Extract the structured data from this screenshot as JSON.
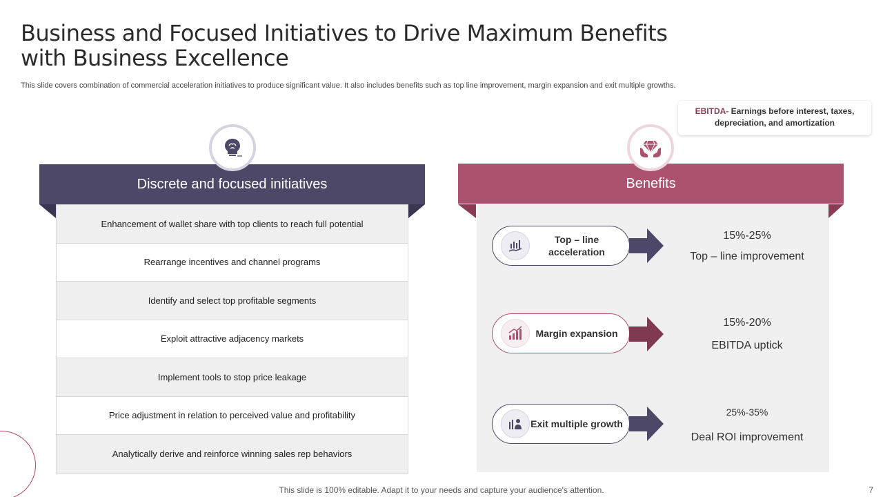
{
  "slide": {
    "title": "Business and Focused Initiatives to Drive Maximum Benefits with Business Excellence",
    "subtitle": "This slide covers combination of commercial acceleration initiatives to produce significant value. It also includes benefits such as top line improvement, margin expansion and exit multiple growths.",
    "footer": "This slide is 100% editable. Adapt it to your needs and capture your audience's attention.",
    "page_number": "7"
  },
  "ebitda_note": {
    "key": "EBITDA-",
    "text": " Earnings before interest, taxes, depreciation, and amortization"
  },
  "initiatives": {
    "header": "Discrete and focused initiatives",
    "icon": "brain-lightbulb-icon",
    "items": [
      "Enhancement of wallet share with top clients to reach full potential",
      "Rearrange  incentives  and channel programs",
      "Identify and select top profitable  segments",
      "Exploit attractive  adjacency markets",
      "Implement  tools to stop price leakage",
      "Price adjustment in relation  to perceived  value  and profitability",
      "Analytically derive  and reinforce  winning  sales rep behaviors"
    ]
  },
  "benefits": {
    "header": "Benefits",
    "icon": "diamond-hands-icon",
    "items": [
      {
        "label": "Top – line acceleration",
        "icon": "chart-hand-icon",
        "percent": "15%-25%",
        "description": "Top – line improvement"
      },
      {
        "label": "Margin expansion",
        "icon": "bar-growth-icon",
        "percent": "15%-20%",
        "description": "EBITDA uptick"
      },
      {
        "label": "Exit multiple growth",
        "icon": "people-chart-icon",
        "percent": "25%-35%",
        "description": "Deal ROI improvement"
      }
    ]
  },
  "colors": {
    "primary": "#4d4868",
    "accent": "#ac526f",
    "panel": "#f0f0f1"
  }
}
